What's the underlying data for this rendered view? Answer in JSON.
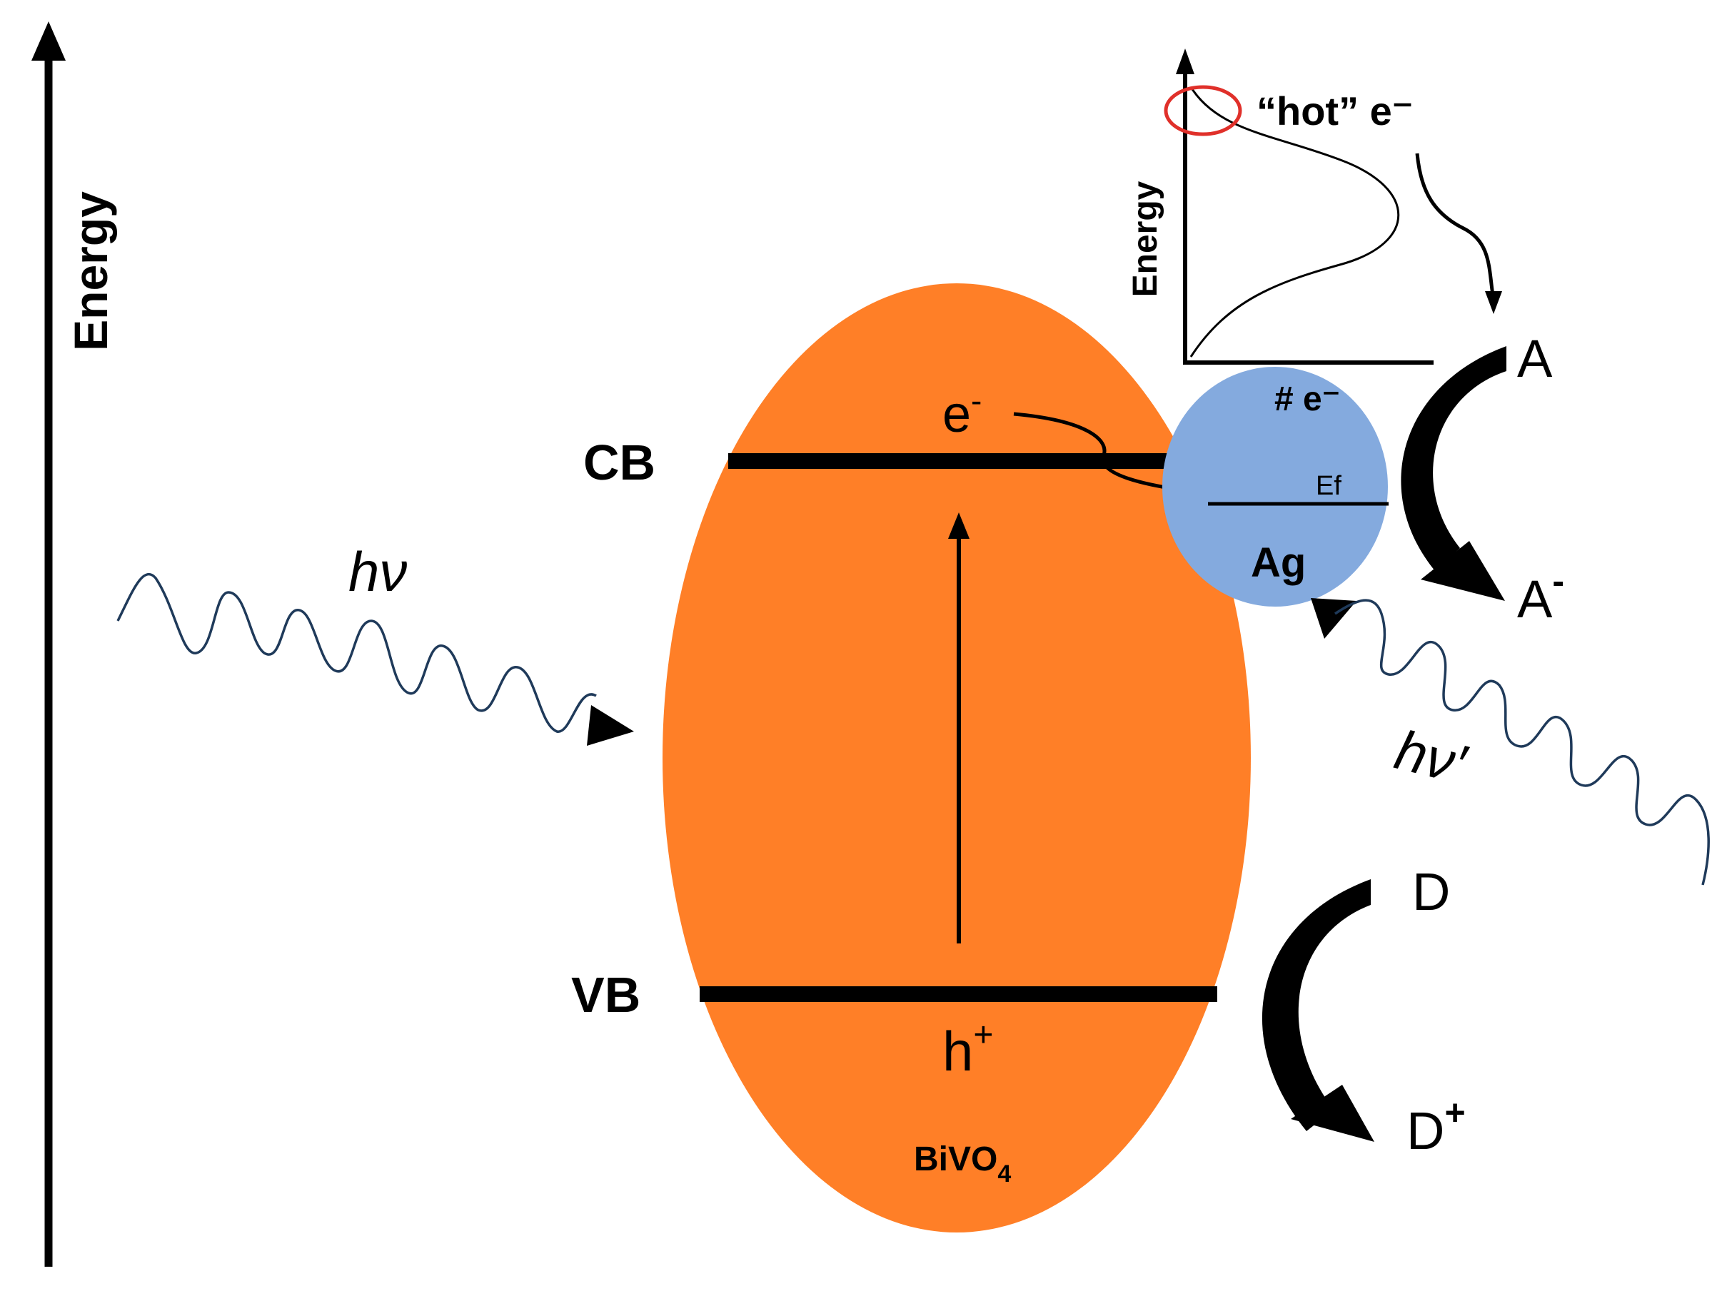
{
  "axis": {
    "label": "Energy"
  },
  "semiconductor": {
    "name": "BiVO",
    "name_subscript": "4",
    "color": "#FF7F27",
    "cb_label": "CB",
    "vb_label": "VB",
    "electron": "e",
    "electron_sup": "-",
    "hole": "h",
    "hole_sup": "+"
  },
  "metal": {
    "name": "Ag",
    "color": "#84AADE",
    "fermi_label": "Ef"
  },
  "light": {
    "incident_label": "hν",
    "emitted_label": "hν′",
    "wave_color": "#1F3A5A"
  },
  "inset": {
    "y_label": "Energy",
    "x_label": "# e⁻",
    "hot_label": "“hot” e⁻",
    "highlight_color": "#E0302A"
  },
  "acceptor": {
    "reactant": "A",
    "product": "A",
    "product_sup": "-"
  },
  "donor": {
    "reactant": "D",
    "product": "D",
    "product_sup": "+"
  }
}
